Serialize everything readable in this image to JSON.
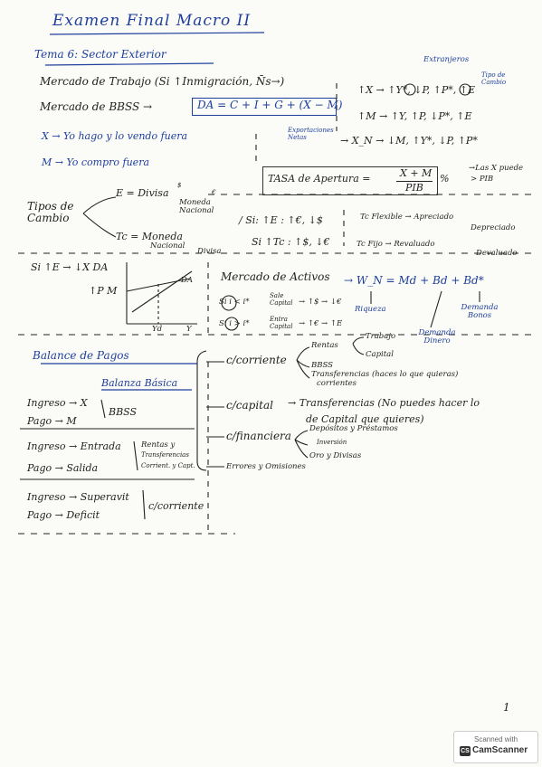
{
  "title": "Examen Final Macro II",
  "tema": "Tema 6: Sector Exterior",
  "mercado_trabajo": "Mercado de Trabajo (Si ↑Inmigración, N̄s→)",
  "mercado_bbss": "Mercado de BBSS →",
  "da_formula": "DA = C + I + G + (X − M)",
  "note_x": "X → Yo hago y lo vendo fuera",
  "note_m": "M → Yo compro fuera",
  "right_line1": "↑X → ↑Y*, ↓P, ↑P*, ↑E",
  "right_line2": "↑M → ↑Y, ↑P, ↓P*, ↑E",
  "ann_extranjeros": "Extranjeros",
  "ann_tipo_cambio": "Tipo de Cambio",
  "ann_export_netas": "Exportaciones Netas",
  "right_line3": "→ X_N → ↓M, ↑Y*, ↓P, ↑P*",
  "tasa_apertura_label": "TASA de Apertura =",
  "tasa_num": "X + M",
  "tasa_den": "PIB",
  "tasa_pct": "%",
  "tasa_note1": "→Las X puede",
  "tasa_note2": "> PIB",
  "tipos_cambio": "Tipos de Cambio",
  "e_def": "E = Divisa / Moneda Nacional",
  "e_def_e": "E = Divisa",
  "e_sup_dollar": "$",
  "e_sup_euro": "€",
  "e_def_mn": "Moneda Nacional",
  "tc_def": "Tc = Moneda Nacional / Divisa",
  "tc_def_tc": "Tc = Moneda",
  "tc_def_nac": "Nacional",
  "tc_def_div": "Divisa",
  "si_e": "/ Si: ↑E : ↑€, ↓$",
  "si_tc": "Si ↑Tc : ↑$, ↓€",
  "tc_flexible": "Tc Flexible → Apreciado / Depreciado",
  "tc_fijo": "Tc Fijo → Revaluado / Devaluado",
  "tc_flex_a": "Tc Flexible → Apreciado",
  "tc_flex_b": "Depreciado",
  "tc_fijo_a": "Tc Fijo → Revaluado",
  "tc_fijo_b": "Devaluado",
  "graph_si": "Si ↑E → ↓X DA",
  "graph_pm": "↑P M",
  "graph_da": "DA",
  "graph_yd": "Yd",
  "graph_y": "Y",
  "mercado_activos": "Mercado de Activos → W_N = Md + Bd + Bd*",
  "ma_label": "Mercado de Activos",
  "ma_formula": "→ W_N = Md + Bd + Bd*",
  "riqueza": "Riqueza",
  "demanda_bonos": "Demanda Bonos",
  "demanda_dinero": "Demanda Dinero",
  "si_i_low": "Si i < i* Sale Capital → ↑$ → ↓€",
  "si_i_low_a": "Si i < i*",
  "si_i_low_b": "Sale Capital",
  "si_i_low_c": "→ ↑$ → ↓€",
  "si_i_high": "Si i > i* Entra Capital → ↑€ → ↑E",
  "si_i_high_a": "Si i > i*",
  "si_i_high_b": "Entra Capital",
  "si_i_high_c": "→ ↑€ → ↑E",
  "balance_pagos": "Balance de Pagos",
  "balanza_basica": "Balanza Básica",
  "c_corriente": "c/corriente",
  "rentas": "Rentas",
  "trabajo": "Trabajo",
  "capital": "Capital",
  "bbss": "BBSS",
  "transferencias_corr": "Transferencias corrientes (haces lo que quieras)",
  "tr_corr_a": "Transferencias (haces lo que quieras)",
  "tr_corr_b": "corrientes",
  "c_capital": "c/capital",
  "transf_capital": "→ Transferencias de Capital (No puedes hacer lo que quieres)",
  "tcap_a": "→ Transferencias (No puedes hacer lo",
  "tcap_b": "de Capital   que quieres)",
  "c_financiera": "c/financiera",
  "depositos": "Depósitos y Préstamos",
  "inversion": "Inversión",
  "oro": "Oro y Divisas",
  "errores": "Errores y Omisiones",
  "ingreso_x": "Ingreso → X",
  "pago_m": "Pago → M",
  "bbss_brace": "BBSS",
  "ingreso_entrada": "Ingreso → Entrada",
  "pago_salida": "Pago → Salida",
  "rentas_transf": "Rentas y Transferencias Corrient. y Capt.",
  "rt_a": "Rentas y",
  "rt_b": "Transferencias",
  "rt_c": "Corrient. y Capt.",
  "ingreso_superavit": "Ingreso → Superavit",
  "pago_deficit": "Pago → Deficit",
  "c_corriente2": "c/corriente",
  "page_number": "1",
  "scanner_top": "Scanned with",
  "scanner_name": "CamScanner",
  "scanner_logo": "CS"
}
